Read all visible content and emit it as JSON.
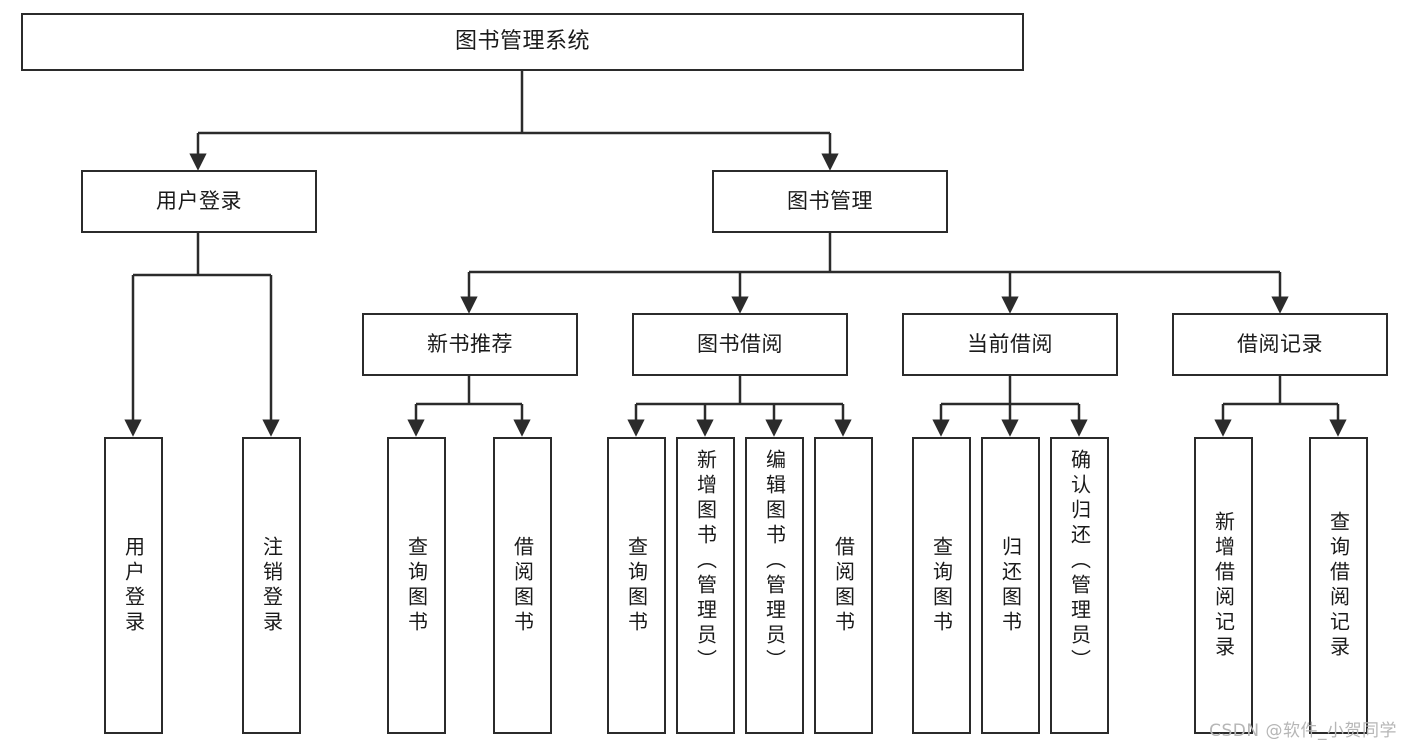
{
  "diagram": {
    "title": "图书管理系统",
    "type": "tree-hierarchy-chart",
    "root": {
      "label": "图书管理系统"
    },
    "level2": [
      {
        "label": "用户登录"
      },
      {
        "label": "图书管理"
      }
    ],
    "level3": [
      {
        "label": "新书推荐"
      },
      {
        "label": "图书借阅"
      },
      {
        "label": "当前借阅"
      },
      {
        "label": "借阅记录"
      }
    ],
    "leaves": {
      "user_login": [
        {
          "label": "用户登录"
        },
        {
          "label": "注销登录"
        }
      ],
      "new_book_recommend": [
        {
          "label": "查询图书"
        },
        {
          "label": "借阅图书"
        }
      ],
      "book_borrow": [
        {
          "label": "查询图书"
        },
        {
          "label": "新增图书（管理员）"
        },
        {
          "label": "编辑图书（管理员）"
        },
        {
          "label": "借阅图书"
        }
      ],
      "current_borrow": [
        {
          "label": "查询图书"
        },
        {
          "label": "归还图书"
        },
        {
          "label": "确认归还（管理员）"
        }
      ],
      "borrow_record": [
        {
          "label": "新增借阅记录"
        },
        {
          "label": "查询借阅记录"
        }
      ]
    }
  },
  "watermark": {
    "text": "CSDN @软件_小贺同学"
  },
  "colors": {
    "border": "#2b2b2b",
    "background": "#ffffff",
    "text": "#1a1a1a",
    "watermark": "#b6b6b6"
  }
}
